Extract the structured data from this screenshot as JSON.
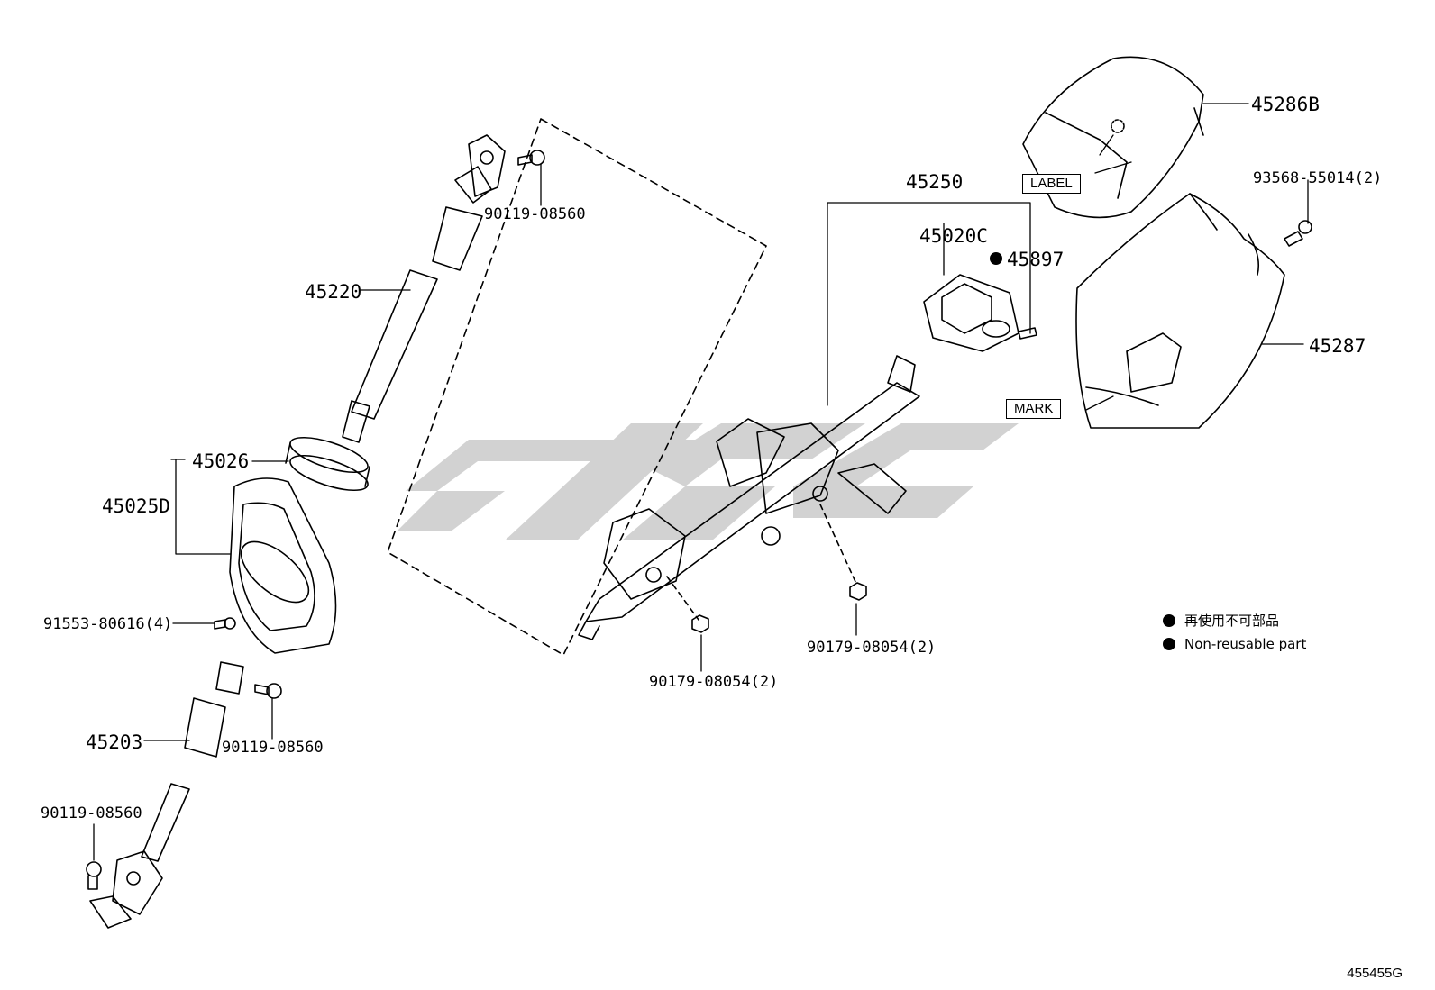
{
  "callouts": {
    "p45286B": "45286B",
    "p45250": "45250",
    "p45020C": "45020C",
    "p45897": "45897",
    "p93568": "93568-55014(2)",
    "p45287": "45287",
    "p45220": "45220",
    "p90119_top": "90119-08560",
    "p45026": "45026",
    "p45025D": "45025D",
    "p91553": "91553-80616(4)",
    "p90179_left": "90179-08054(2)",
    "p90179_right": "90179-08054(2)",
    "p45203": "45203",
    "p90119_mid": "90119-08560",
    "p90119_bot": "90119-08560"
  },
  "boxed_labels": {
    "label": "LABEL",
    "mark": "MARK"
  },
  "legend": {
    "line1": "再使用不可部品",
    "line2": "Non-reusable part"
  },
  "diagram_code": "455455G",
  "colors": {
    "line": "#000000",
    "watermark": "#d0d0d0"
  }
}
